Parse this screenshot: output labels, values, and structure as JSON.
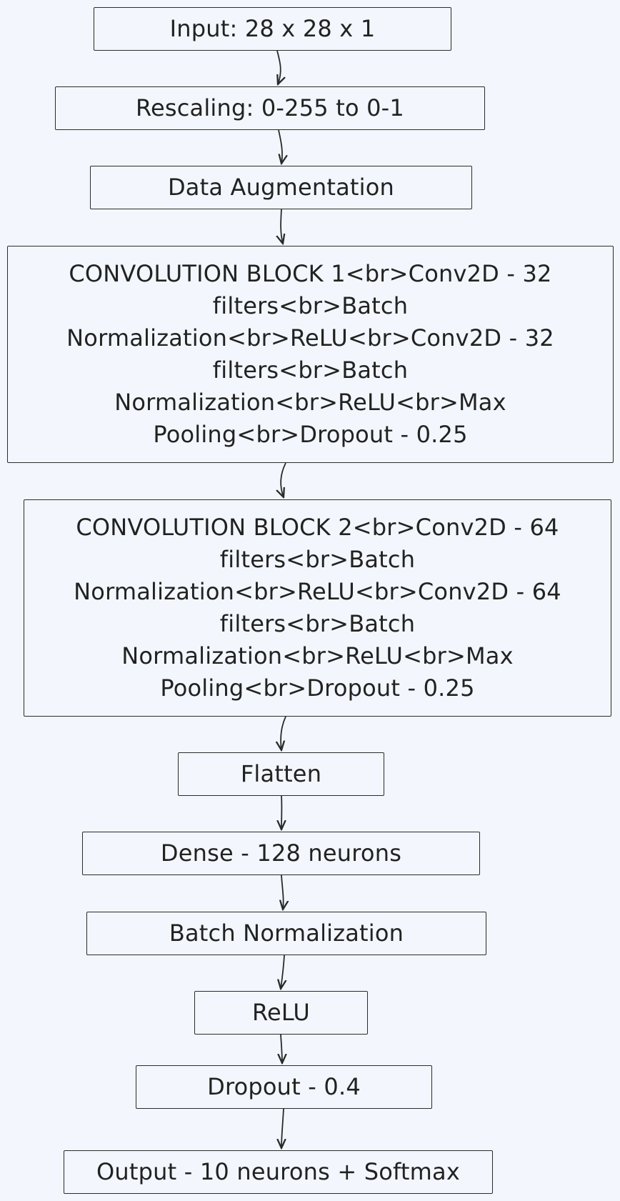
{
  "diagram": {
    "nodes": [
      {
        "id": "input",
        "label": "Input: 28 x 28 x 1"
      },
      {
        "id": "rescaling",
        "label": "Rescaling: 0-255 to 0-1"
      },
      {
        "id": "augmentation",
        "label": "Data Augmentation"
      },
      {
        "id": "conv_block_1",
        "label": "CONVOLUTION BLOCK 1<br>Conv2D - 32 filters<br>Batch Normalization<br>ReLU<br>Conv2D - 32 filters<br>Batch Normalization<br>ReLU<br>Max Pooling<br>Dropout - 0.25"
      },
      {
        "id": "conv_block_2",
        "label": "CONVOLUTION BLOCK 2<br>Conv2D - 64 filters<br>Batch Normalization<br>ReLU<br>Conv2D - 64 filters<br>Batch Normalization<br>ReLU<br>Max Pooling<br>Dropout - 0.25"
      },
      {
        "id": "flatten",
        "label": "Flatten"
      },
      {
        "id": "dense",
        "label": "Dense - 128 neurons"
      },
      {
        "id": "batch_norm",
        "label": "Batch Normalization"
      },
      {
        "id": "relu",
        "label": "ReLU"
      },
      {
        "id": "dropout",
        "label": "Dropout - 0.4"
      },
      {
        "id": "output",
        "label": "Output - 10 neurons + Softmax"
      }
    ],
    "edges": [
      {
        "from": "input",
        "to": "rescaling"
      },
      {
        "from": "rescaling",
        "to": "augmentation"
      },
      {
        "from": "augmentation",
        "to": "conv_block_1"
      },
      {
        "from": "conv_block_1",
        "to": "conv_block_2"
      },
      {
        "from": "conv_block_2",
        "to": "flatten"
      },
      {
        "from": "flatten",
        "to": "dense"
      },
      {
        "from": "dense",
        "to": "batch_norm"
      },
      {
        "from": "batch_norm",
        "to": "relu"
      },
      {
        "from": "relu",
        "to": "dropout"
      },
      {
        "from": "dropout",
        "to": "output"
      }
    ],
    "colors": {
      "background": "#f3f7fd",
      "stroke": "#2a2a2a",
      "text": "#222222"
    }
  }
}
